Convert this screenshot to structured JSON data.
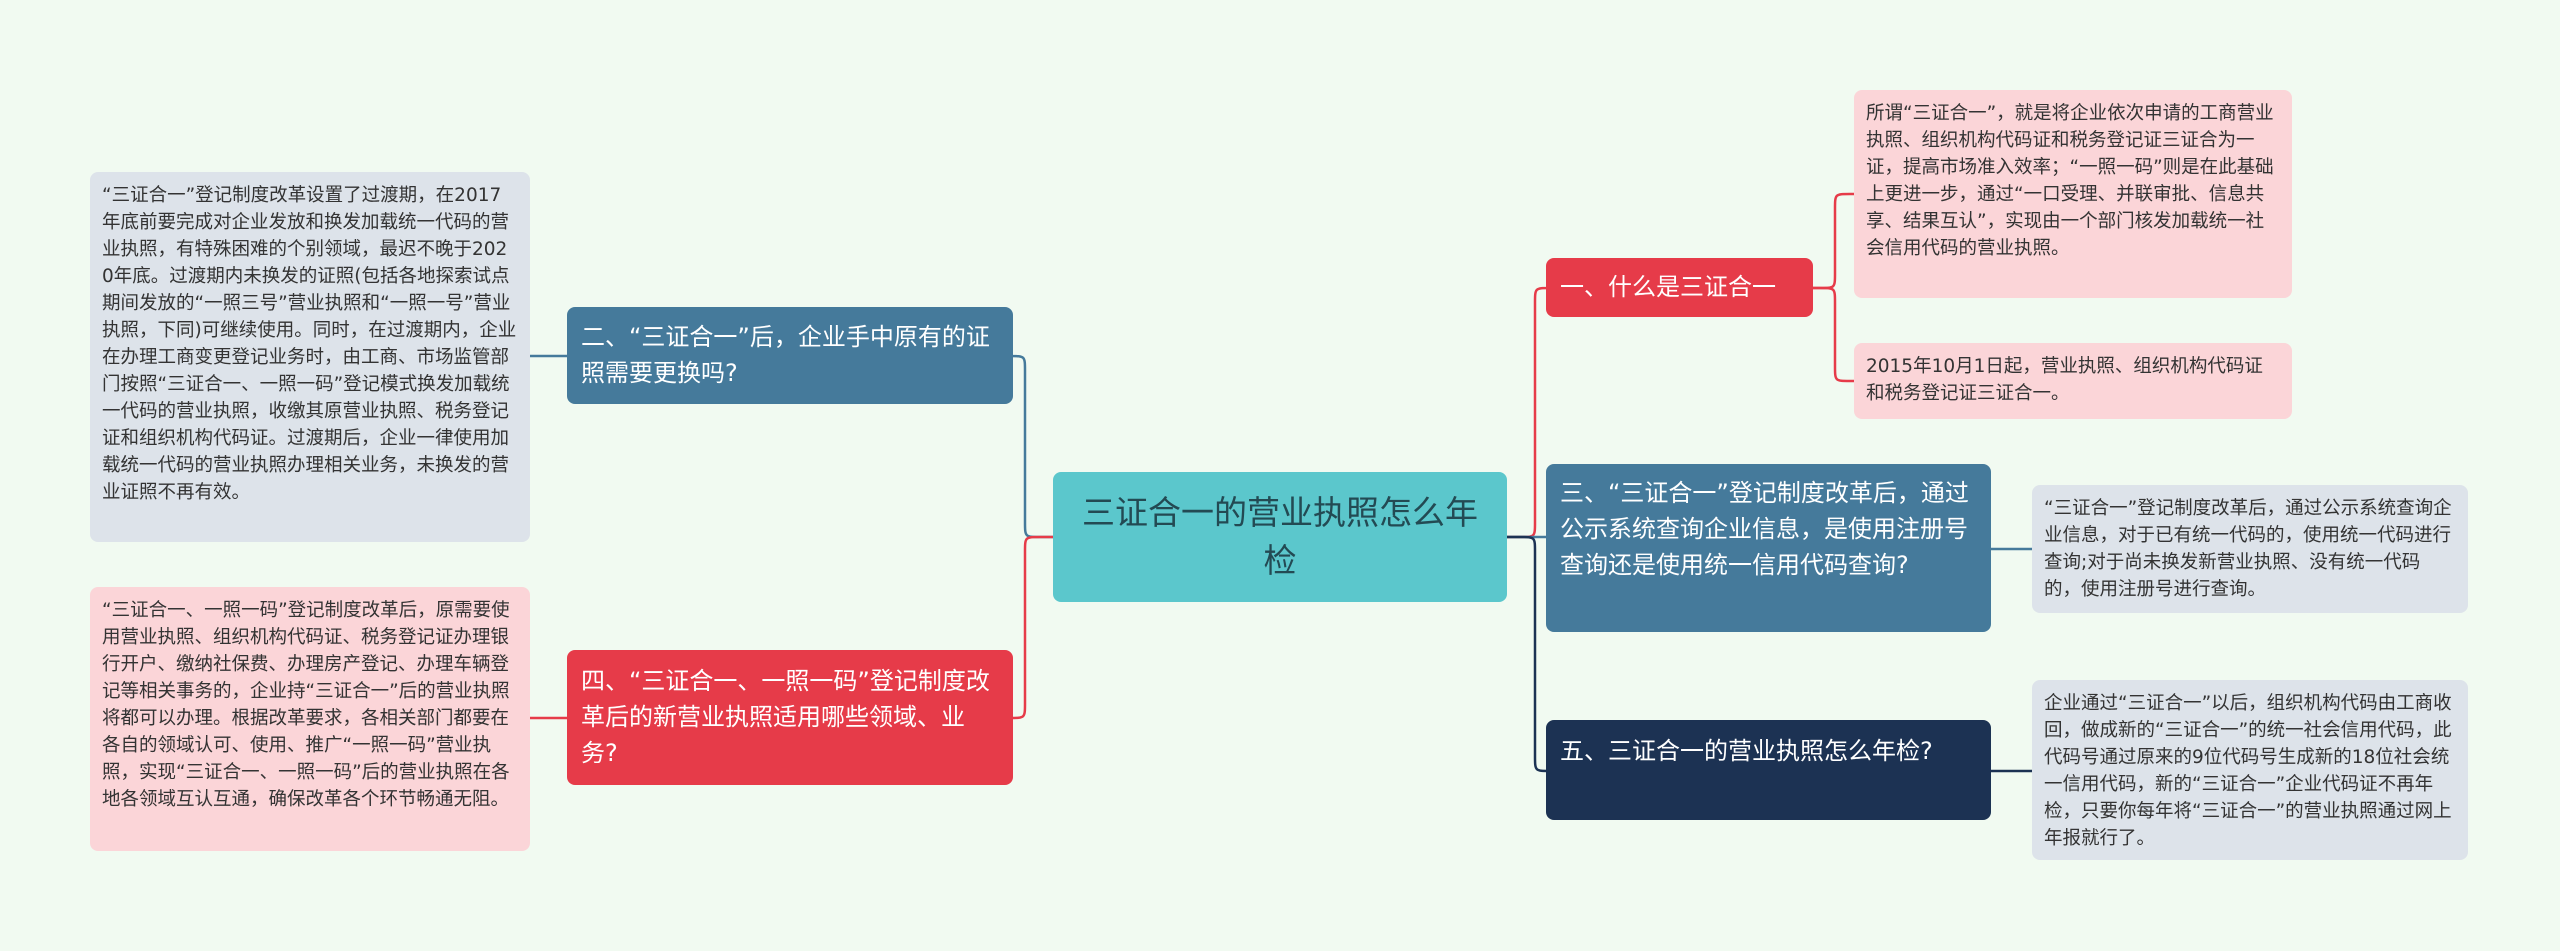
{
  "center": {
    "label": "三证合一的营业执照怎么年检"
  },
  "branches": {
    "b1": {
      "label": "一、什么是三证合一"
    },
    "b2": {
      "label": "二、“三证合一”后，企业手中原有的证照需要更换吗?"
    },
    "b3": {
      "label": "三、“三证合一”登记制度改革后，通过公示系统查询企业信息，是使用注册号查询还是使用统一信用代码查询?"
    },
    "b4": {
      "label": "四、“三证合一、一照一码”登记制度改革后的新营业执照适用哪些领域、业务?"
    },
    "b5": {
      "label": "五、三证合一的营业执照怎么年检?"
    }
  },
  "leaves": {
    "l1a": "所谓“三证合一”，就是将企业依次申请的工商营业执照、组织机构代码证和税务登记证三证合为一证，提高市场准入效率；“一照一码”则是在此基础上更进一步，通过“一口受理、并联审批、信息共享、结果互认”，实现由一个部门核发加载统一社会信用代码的营业执照。",
    "l1b": "2015年10月1日起，营业执照、组织机构代码证和税务登记证三证合一。",
    "l2": "“三证合一”登记制度改革设置了过渡期，在2017年底前要完成对企业发放和换发加载统一代码的营业执照，有特殊困难的个别领域，最迟不晚于2020年底。过渡期内未换发的证照(包括各地探索试点期间发放的“一照三号”营业执照和“一照一号”营业执照，下同)可继续使用。同时，在过渡期内，企业在办理工商变更登记业务时，由工商、市场监管部门按照“三证合一、一照一码”登记模式换发加载统一代码的营业执照，收缴其原营业执照、税务登记证和组织机构代码证。过渡期后，企业一律使用加载统一代码的营业执照办理相关业务，未换发的营业证照不再有效。",
    "l3": "“三证合一”登记制度改革后，通过公示系统查询企业信息，对于已有统一代码的，使用统一代码进行查询;对于尚未换发新营业执照、没有统一代码的，使用注册号进行查询。",
    "l4": "“三证合一、一照一码”登记制度改革后，原需要使用营业执照、组织机构代码证、税务登记证办理银行开户、缴纳社保费、办理房产登记、办理车辆登记等相关事务的，企业持“三证合一”后的营业执照将都可以办理。根据改革要求，各相关部门都要在各自的领域认可、使用、推广“一照一码”营业执照，实现“三证合一、一照一码”后的营业执照在各地各领域互认互通，确保改革各个环节畅通无阻。",
    "l5": "企业通过“三证合一”以后，组织机构代码由工商收回，做成新的“三证合一”的统一社会信用代码，此代码号通过原来的9位代码号生成新的18位社会统一信用代码，新的“三证合一”企业代码证不再年检，只要你每年将“三证合一”的营业执照通过网上年报就行了。"
  },
  "colors": {
    "background": "#f1faf1",
    "center": "#5bc7cc",
    "branch_blue": "#457a9b",
    "branch_red": "#e63b49",
    "branch_navy": "#1c3253",
    "leaf_gray": "#dde3ea",
    "leaf_pink": "#fbd5d8"
  }
}
